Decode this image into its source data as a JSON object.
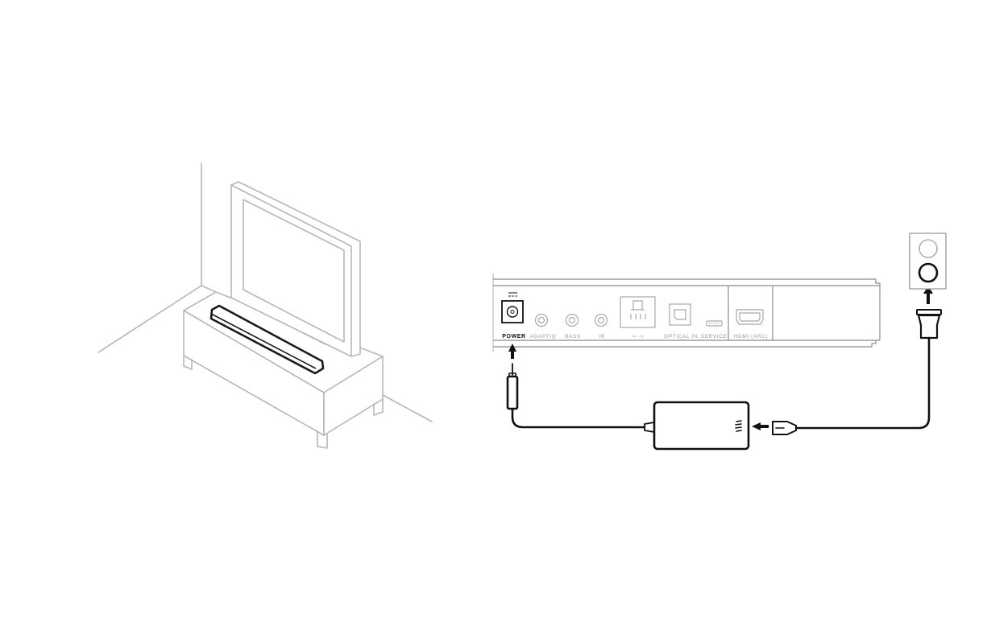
{
  "colors": {
    "line_light": "#b7b7b7",
    "line_dark": "#111111",
    "panel_line": "#9d9d9d",
    "background": "#ffffff"
  },
  "ports": {
    "power_label": "POWER",
    "adaptiq_label": "ADAPTIQ",
    "bass_label": "BASS",
    "ir_label": "IR",
    "network_label": "<··>",
    "optical_label": "OPTICAL IN",
    "service_label": "SERVICE",
    "hdmi_label": "HDMI (ARC)"
  },
  "icons": {
    "dc_symbol": "dc-power-symbol",
    "arrow": "arrow-icon",
    "brand_mark": "bose-logo-stripes-icon"
  }
}
